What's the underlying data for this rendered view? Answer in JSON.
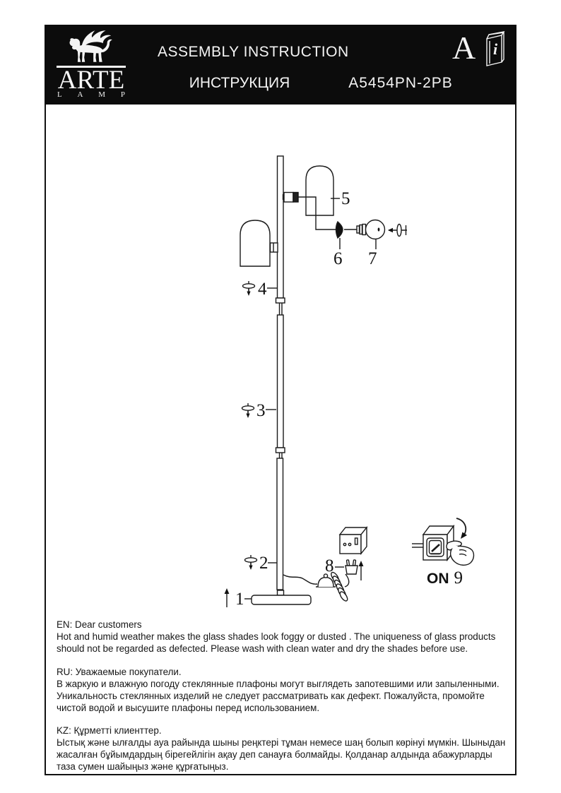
{
  "header": {
    "brand": {
      "name": "ARTE",
      "sub_letters": [
        "L",
        "A",
        "M",
        "P"
      ]
    },
    "title_en": "ASSEMBLY INSTRUCTION",
    "title_ru": "ИНСТРУКЦИЯ",
    "model": "A5454PN-2PB",
    "corner_letter": "A",
    "booklet_letter": "i"
  },
  "diagram": {
    "labels": {
      "p1": "1",
      "p2": "2",
      "p3": "3",
      "p4": "4",
      "p5": "5",
      "p6": "6",
      "p7": "7",
      "p8": "8",
      "p9": "9"
    },
    "switch_label": "ON"
  },
  "notes": {
    "en": {
      "lines": [
        "EN: Dear customers",
        "Hot and humid weather makes the glass shades look foggy or dusted . The uniqueness of glass products",
        "should not be regarded as defected.  Please wash with clean water and dry the shades before use."
      ]
    },
    "ru": {
      "lines": [
        "RU: Уважаемые покупатели.",
        "В жаркую и влажную погоду стеклянные плафоны могут выглядеть запотевшими или запыленными.",
        "Уникальность стеклянных изделий не следует рассматривать как дефект. Пожалуйста, промойте",
        "чистой водой и высушите плафоны перед использованием."
      ]
    },
    "kz": {
      "lines": [
        "KZ: Құрметті клиенттер.",
        "Ыстық және ылғалды ауа райында шыны реңктері тұман немесе шаң болып көрінуі мүмкін. Шыныдан",
        "жасалған бұйымдардың бірегейлігін ақау деп санауға болмайды. Қолданар алдында абажурларды",
        "таза сумен шайыңыз және құрғатыңыз."
      ]
    }
  },
  "colors": {
    "paper": "#ffffff",
    "ink": "#1a1a1a",
    "header_bg": "#0c0c0c",
    "header_text": "#f4f4f4"
  }
}
